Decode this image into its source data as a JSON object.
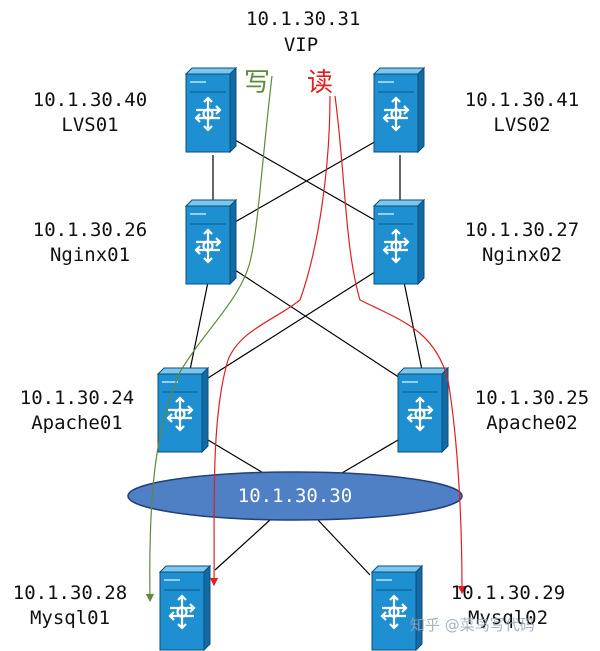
{
  "vip": {
    "ip": "10.1.30.31",
    "label": "VIP"
  },
  "flows": {
    "write": "写",
    "read": "读",
    "write_color": "#5f8a3a",
    "read_color": "#e02020"
  },
  "nodes": {
    "lvs01": {
      "ip": "10.1.30.40",
      "name": "LVS01"
    },
    "lvs02": {
      "ip": "10.1.30.41",
      "name": "LVS02"
    },
    "nginx01": {
      "ip": "10.1.30.26",
      "name": "Nginx01"
    },
    "nginx02": {
      "ip": "10.1.30.27",
      "name": "Nginx02"
    },
    "apache01": {
      "ip": "10.1.30.24",
      "name": "Apache01"
    },
    "apache02": {
      "ip": "10.1.30.25",
      "name": "Apache02"
    },
    "mysql01": {
      "ip": "10.1.30.28",
      "name": "Mysql01"
    },
    "mysql02": {
      "ip": "10.1.30.29",
      "name": "Mysql02"
    }
  },
  "cluster": {
    "ip": "10.1.30.30",
    "color": "#4f7fc4"
  },
  "colors": {
    "switch_front": "#1e8fd0",
    "switch_side": "#146aa2",
    "switch_top": "#7cc7ee"
  },
  "watermark": "知乎 @菜鸟写代码"
}
